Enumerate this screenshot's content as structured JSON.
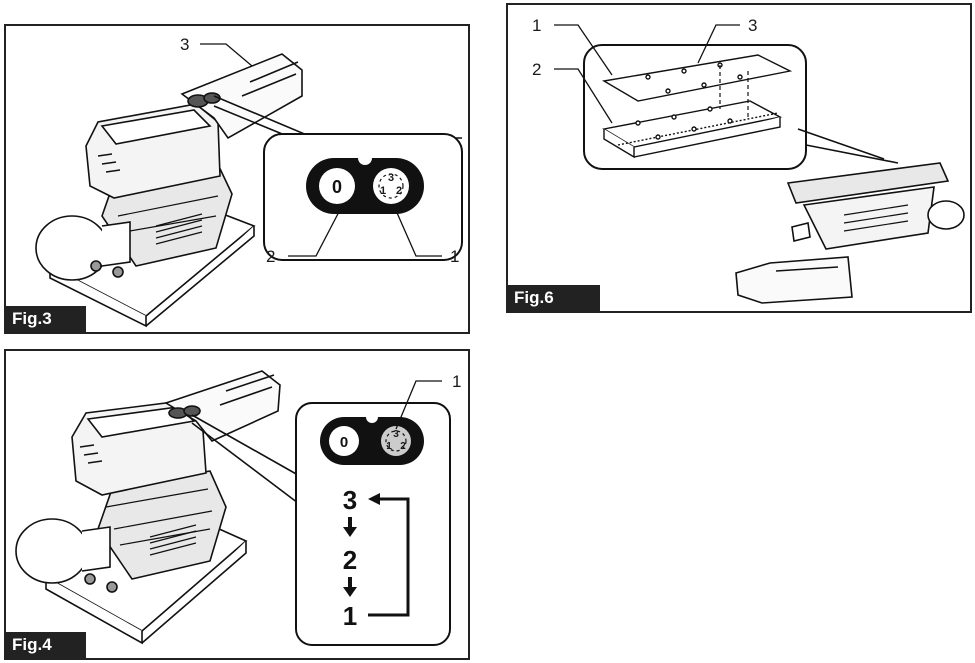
{
  "figures": {
    "fig3": {
      "label": "Fig.3",
      "callouts": [
        "3",
        "2",
        "1"
      ],
      "dial": {
        "off": "0",
        "speed_top": "3",
        "speed_left": "1",
        "speed_right": "2"
      }
    },
    "fig4": {
      "label": "Fig.4",
      "callouts": [
        "1"
      ],
      "dial": {
        "off": "0",
        "speed_top": "3",
        "speed_left": "1",
        "speed_right": "2"
      },
      "sequence": [
        "3",
        "2",
        "1"
      ]
    },
    "fig6": {
      "label": "Fig.6",
      "callouts": [
        "1",
        "3",
        "2"
      ]
    }
  }
}
